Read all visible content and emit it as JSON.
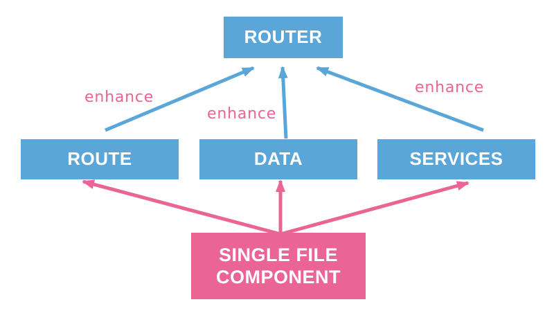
{
  "nodes": {
    "router": "ROUTER",
    "route": "ROUTE",
    "data": "DATA",
    "services": "SERVICES",
    "sfc_line1": "SINGLE FILE",
    "sfc_line2": "COMPONENT"
  },
  "edge_labels": {
    "route_to_router": "enhance",
    "data_to_router": "enhance",
    "services_to_router": "enhance"
  },
  "colors": {
    "blue": "#5aa6d9",
    "pink": "#ea6594",
    "background": "#ffffff"
  }
}
